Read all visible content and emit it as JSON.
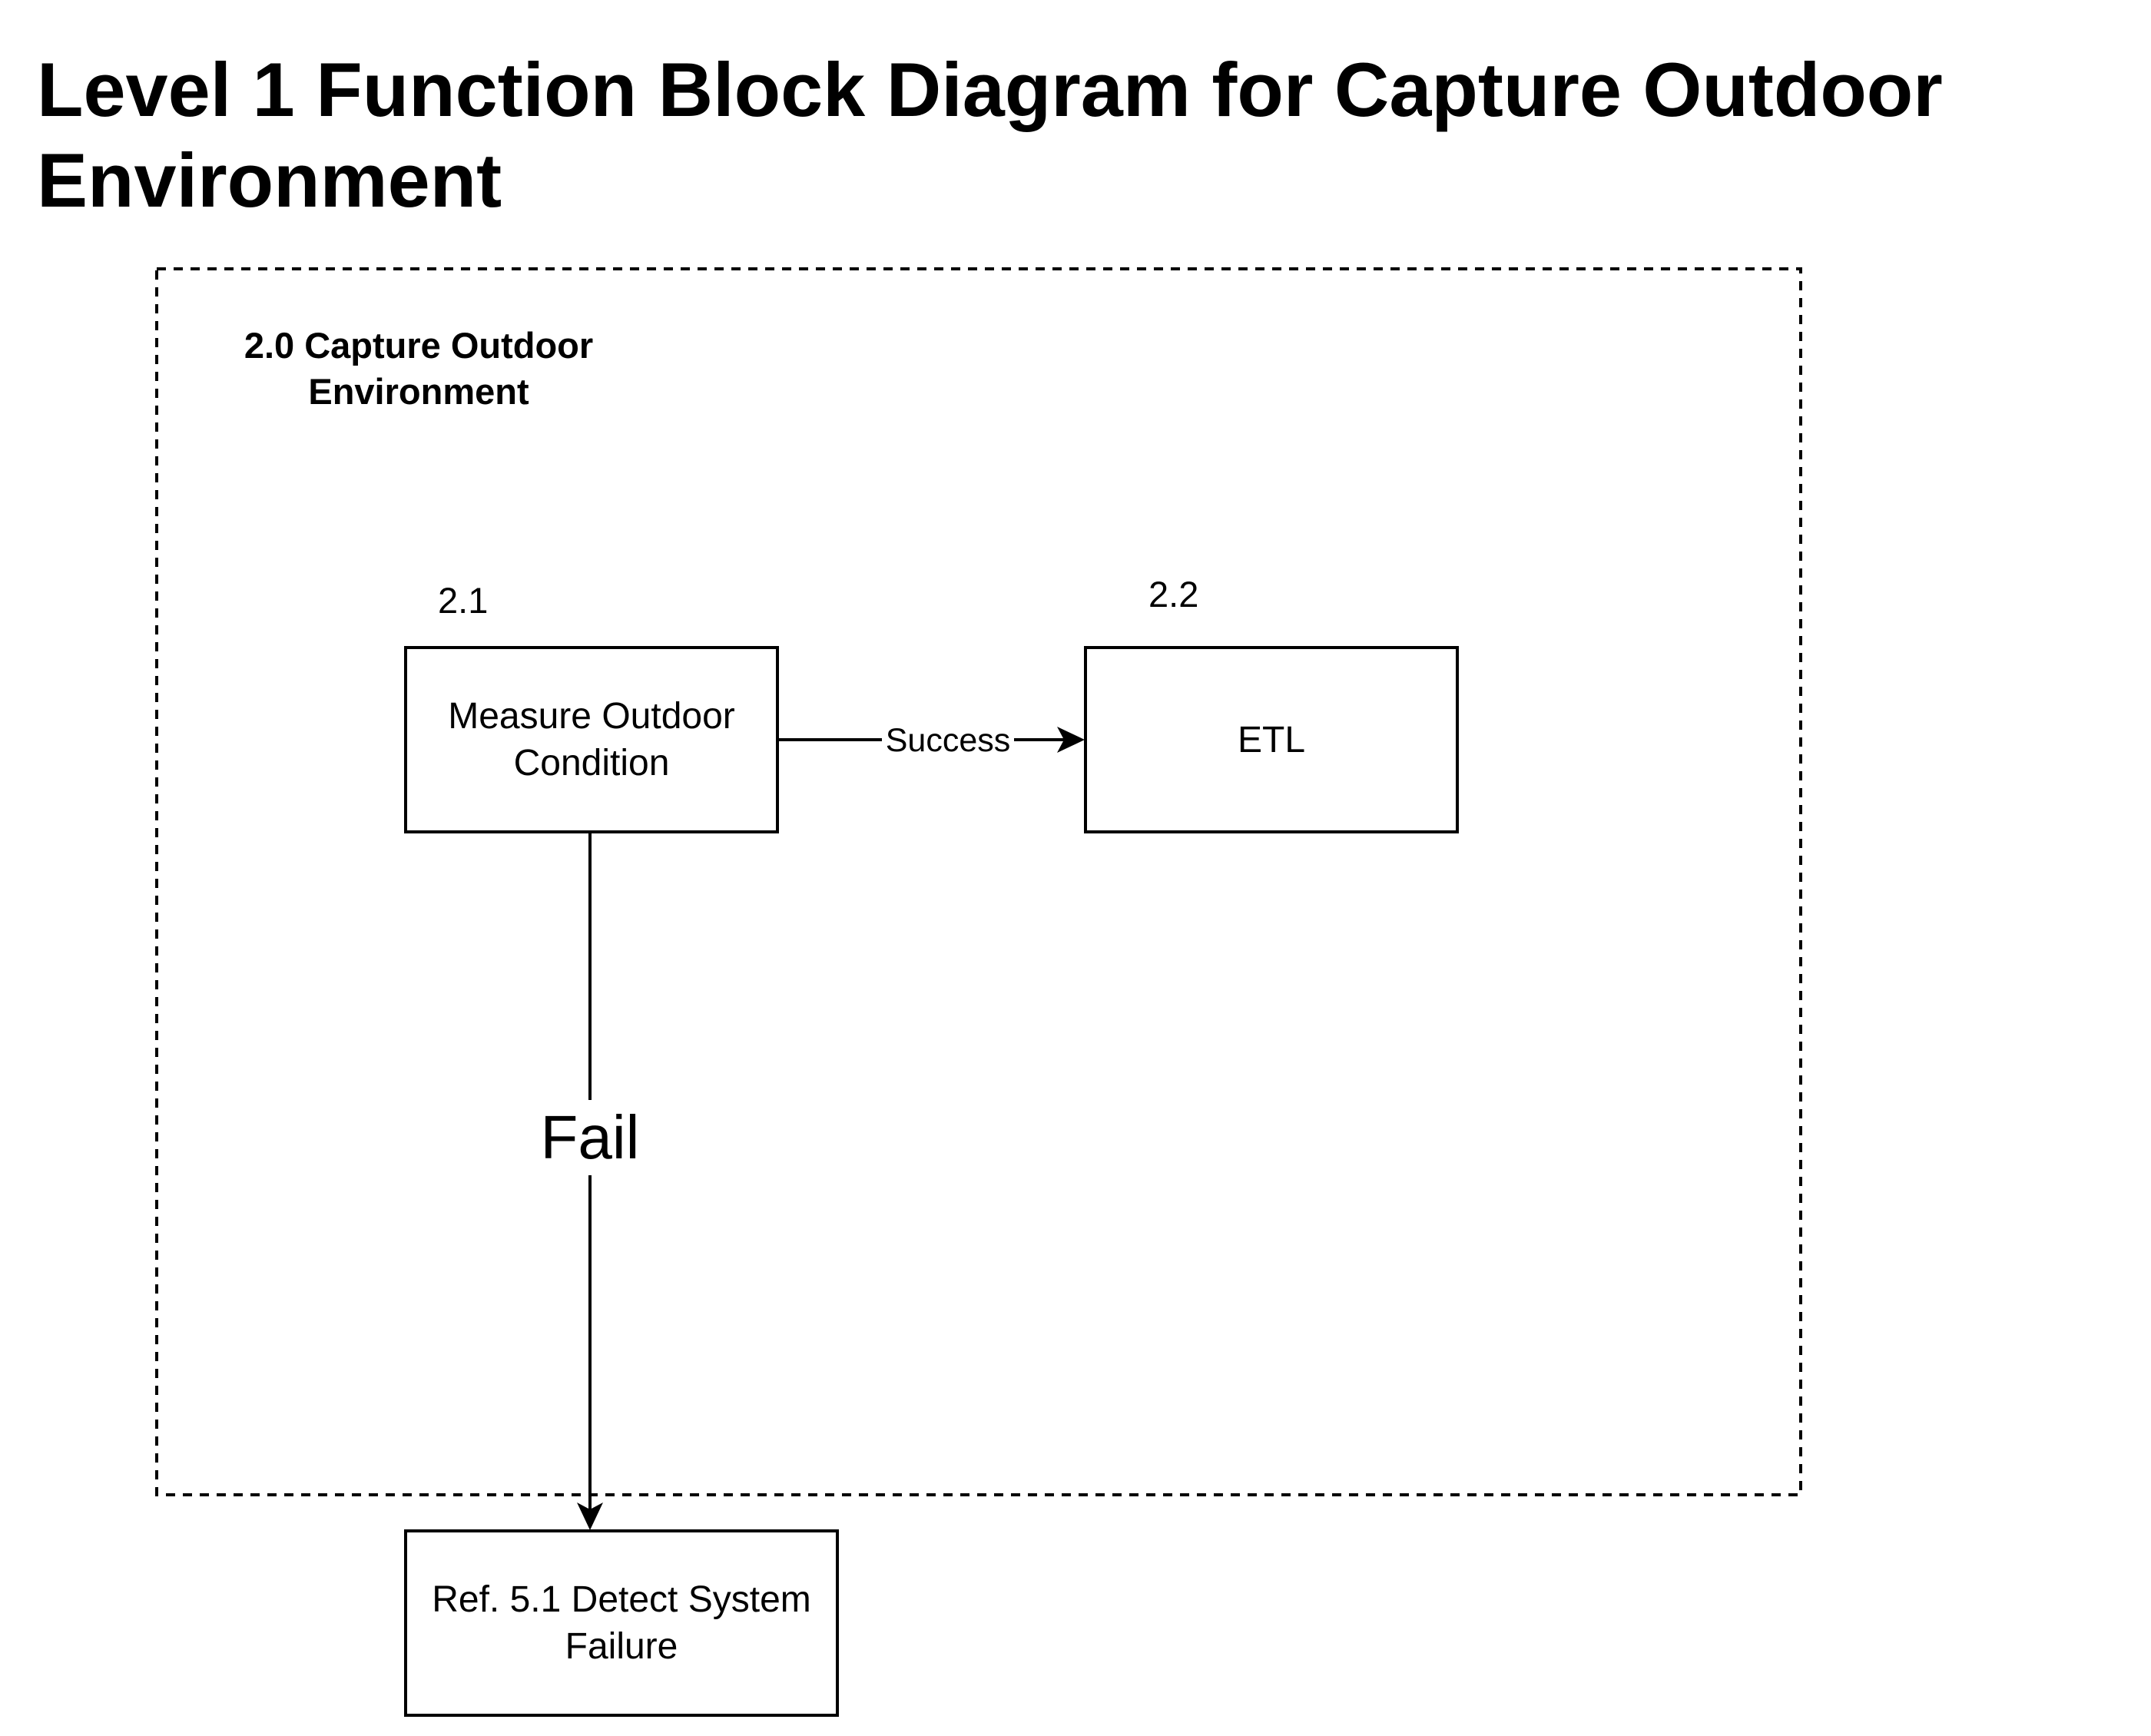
{
  "page": {
    "title_lines": [
      "Level 1 Function Block Diagram for Capture Outdoor",
      "Environment"
    ]
  },
  "diagram": {
    "boundary": {
      "label_lines": [
        "2.0 Capture Outdoor",
        "Environment"
      ]
    },
    "blocks": [
      {
        "id": "2.1",
        "label_lines": [
          "Measure Outdoor",
          "Condition"
        ]
      },
      {
        "id": "2.2",
        "label_lines": [
          "ETL"
        ]
      },
      {
        "id": "",
        "label_lines": [
          "Ref. 5.1 Detect System",
          "Failure"
        ]
      }
    ],
    "edges": [
      {
        "from": "2.1",
        "to": "2.2",
        "label": "Success"
      },
      {
        "from": "2.1",
        "to": "Ref. 5.1",
        "label": "Fail"
      }
    ]
  }
}
